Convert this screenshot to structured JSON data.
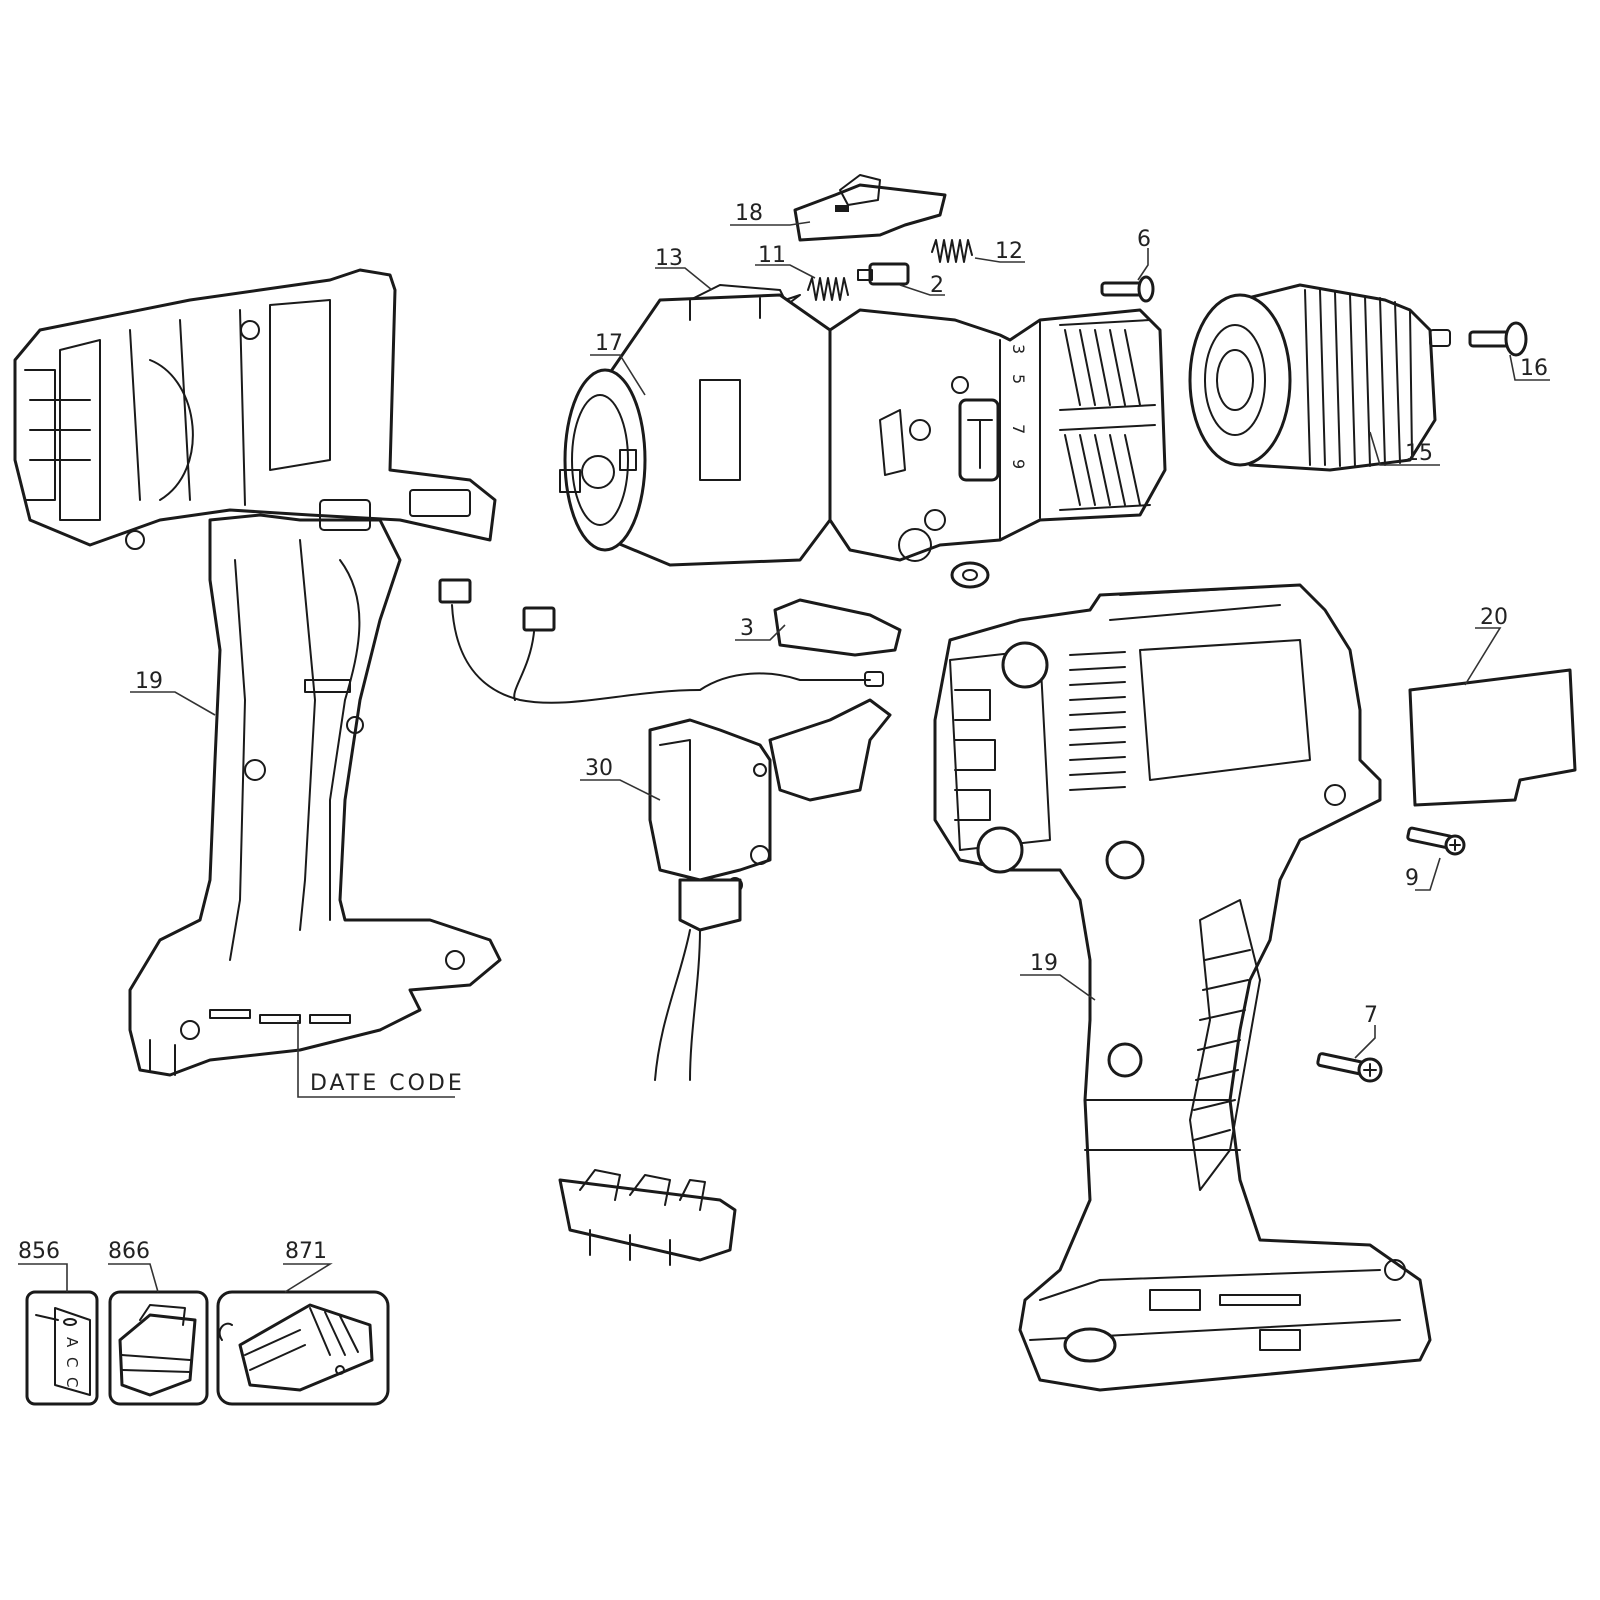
{
  "callouts": {
    "c18": "18",
    "c13": "13",
    "c11": "11",
    "c2": "2",
    "c12": "12",
    "c6": "6",
    "c17": "17",
    "c16": "16",
    "c15": "15",
    "c3": "3",
    "c20": "20",
    "c19_left": "19",
    "c30": "30",
    "c9": "9",
    "c19_right": "19",
    "c7": "7",
    "date_code": "DATE CODE",
    "c856": "856",
    "c866": "866",
    "c871": "871"
  },
  "chuck_ring_numbers": [
    "3",
    "5",
    "7",
    "9"
  ],
  "inset_856_text": [
    "A",
    "C",
    "C"
  ],
  "icons": [
    "housing-left",
    "housing-right",
    "motor",
    "gearbox",
    "chuck",
    "switch",
    "battery",
    "charger"
  ]
}
